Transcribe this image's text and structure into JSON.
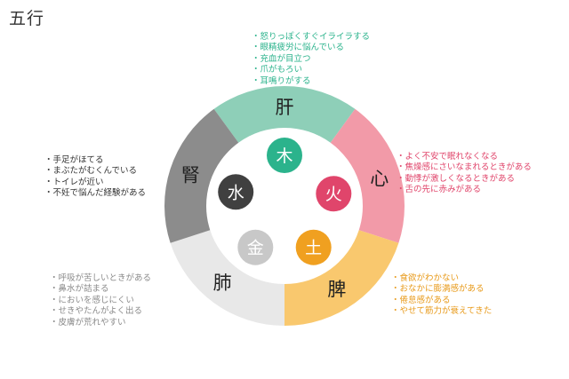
{
  "title": "五行",
  "elements": {
    "wood": {
      "organ": "肝",
      "element": "木",
      "color": "#8ecfb8",
      "accent": "#2bb38c",
      "symptoms": [
        "怒りっぽくすぐイライラする",
        "眼精疲労に悩んでいる",
        "充血が目立つ",
        "爪がもろい",
        "耳鳴りがする"
      ]
    },
    "fire": {
      "organ": "心",
      "element": "火",
      "color": "#f29aa8",
      "accent": "#e0456b",
      "symptoms": [
        "よく不安で眠れなくなる",
        "焦燥感にさいなまれるときがある",
        "動悸が激しくなるときがある",
        "舌の先に赤みがある"
      ]
    },
    "earth": {
      "organ": "脾",
      "element": "土",
      "color": "#f9c86e",
      "accent": "#f0a020",
      "symptoms": [
        "食欲がわかない",
        "おなかに膨満感がある",
        "倦怠感がある",
        "やせて筋力が衰えてきた"
      ]
    },
    "metal": {
      "organ": "肺",
      "element": "金",
      "color": "#e8e8e8",
      "accent": "#c8c8c8",
      "symptoms": [
        "呼吸が苦しいときがある",
        "鼻水が詰まる",
        "においを感じにくい",
        "せきやたんがよく出る",
        "皮膚が荒れやすい"
      ]
    },
    "water": {
      "organ": "腎",
      "element": "水",
      "color": "#8c8c8c",
      "accent": "#404040",
      "symptoms": [
        "手足がほてる",
        "まぶたがむくんでいる",
        "トイレが近い",
        "不妊で悩んだ経験がある"
      ]
    }
  }
}
